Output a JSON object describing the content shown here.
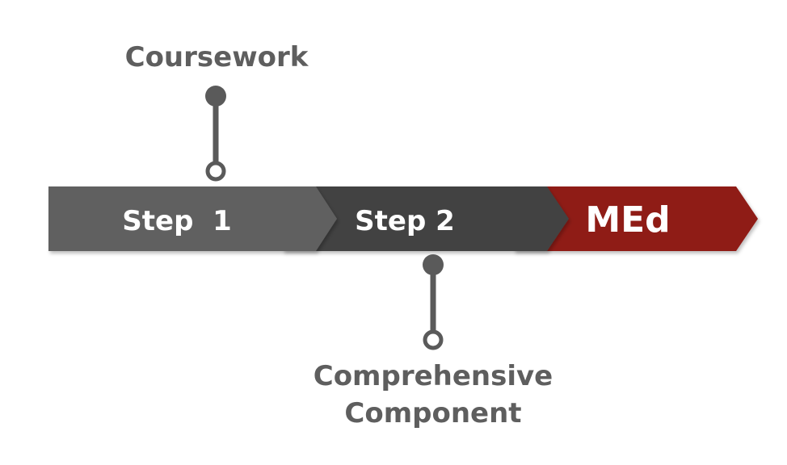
{
  "top_label": "Coursework",
  "bottom_label": {
    "line1": "Comprehensive",
    "line2": "Component"
  },
  "steps": [
    {
      "label": "Step  1",
      "color": "#616161"
    },
    {
      "label": "Step 2",
      "color": "#434343"
    },
    {
      "label": "MEd",
      "color": "#8f1a14"
    }
  ],
  "colors": {
    "label_text": "#5e5e5e",
    "connector": "#5a5a5a",
    "step_text": "#ffffff"
  }
}
